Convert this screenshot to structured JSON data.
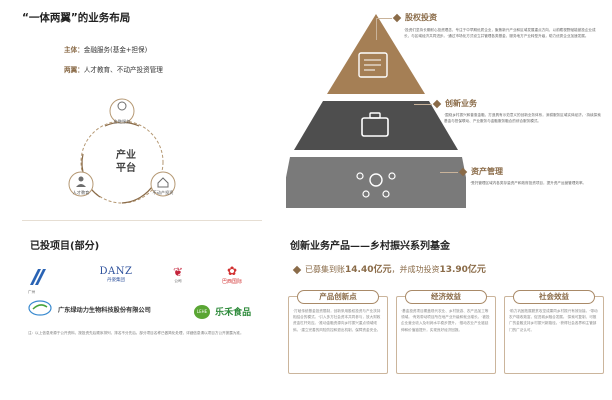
{
  "left_top": {
    "title": "“一体两翼”的业务布局",
    "main_label": "主体：",
    "main_text": "金融服务(基金+担保)",
    "wings_label": "两翼：",
    "wings_text": "人才教育、不动产投资管理"
  },
  "cycle": {
    "center": [
      "产业",
      "平台"
    ],
    "nodes": [
      "金融服务",
      "人才教育",
      "不动产投资"
    ]
  },
  "pyramid": {
    "levels": [
      {
        "title": "股权投资",
        "text": "·投资们坚持长期耐心投资理念，专注于中早期优质企业，聚焦新兴产业和区域发展重点方向，以前瞻视野赋能被投企业成长，与区域经济共同进步。·通过市场化方式设立并管理各类基金，服务地方产业转型升级，助力优秀企业加速发展。"
      },
      {
        "title": "创新业务",
        "text": "·围绕乡村振兴和普惠金融，打造具有示范意义的创新业务体系，深耕服务区域实体经济。·持续探索基金与担保联动、产业服务与金融服务融合的综合服务模式。"
      },
      {
        "title": "资产管理",
        "text": "·受托管理区域内各类存量资产和政府投资项目，提升资产运营管理效率。"
      }
    ]
  },
  "invested": {
    "title": "已投项目(部分)",
    "logos": [
      {
        "text": "广州"
      },
      {
        "text": "DANZ",
        "sub": "丹姿集团"
      },
      {
        "text": "公司"
      },
      {
        "text": "巴西国际"
      },
      {
        "text": "广东绿动力生物科技股份有限公司"
      },
      {
        "text": "乐禾食品"
      }
    ],
    "note": "注：以上信息来源于公开资料，按投资先后顺序排列，排名不分先后。部分项目名称已做简化处理，详细信息请以项目方公开披露为准。"
  },
  "fund": {
    "title": "创新业务产品——乡村振兴系列基金",
    "stat_prefix": "已募集到账",
    "stat1": "14.40亿元",
    "stat_mid": "，并成功投资",
    "stat2": "13.90亿元",
    "columns": [
      {
        "title": "产品创新点",
        "text": "·打破传统基金投资限制，创新采用股权投资与产业扶持相结合的模式。·引入多方社会资本共同参与，放大财政资金杠杆效应。·推动金融资源向乡村振兴重点领域倾斜。·建立完善的风险防控和退出机制，保障资金安全。"
      },
      {
        "title": "经济效益",
        "text": "·基金投资项目覆盖现代农业、乡村旅游、农产品加工等领域。·有效带动项目所在地产业升级和就业增长。·被投企业营业收入及利润水平稳步提升。·推动农业产业链延伸和价值链提升，实现良好经济回报。"
      },
      {
        "title": "社会效益",
        "text": "·助力巩固拓展脱贫攻坚成果同乡村振兴有效衔接。·带动农户增收致富，促进城乡融合发展。·探索可复制、可推广的金融支持乡村振兴新路径。·获得社会各界和主管部门的广泛认可。"
      }
    ]
  },
  "colors": {
    "accent": "#8a6b48",
    "pyramid_top": "#a57f55",
    "pyramid_mid": "#4e4e4e",
    "pyramid_bottom": "#7a7a7a"
  }
}
